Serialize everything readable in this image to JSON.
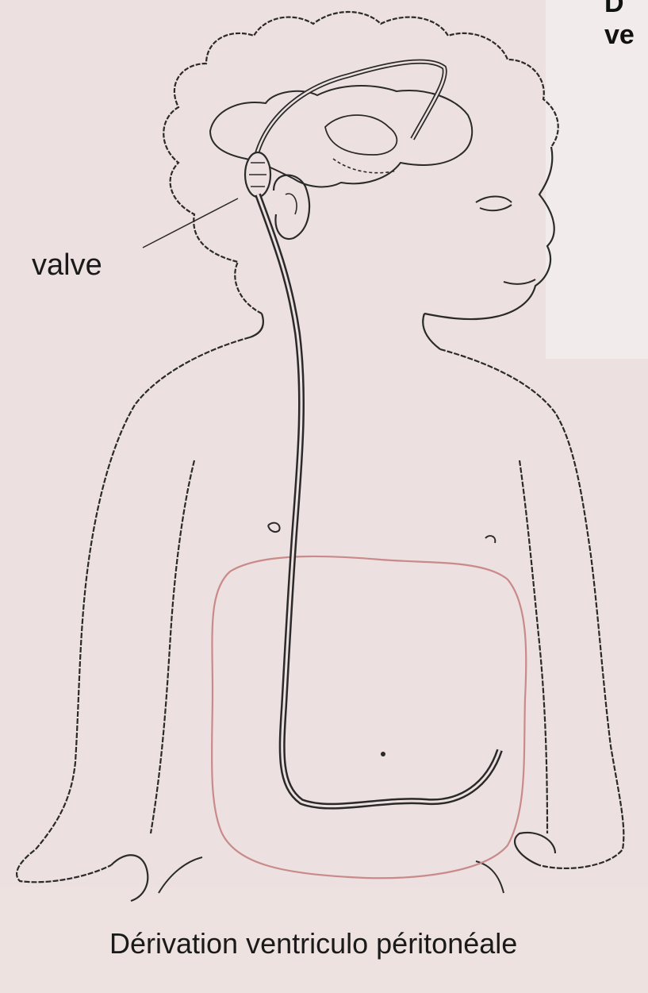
{
  "heading": {
    "line1": "D",
    "line2": "ve"
  },
  "labels": {
    "valve": "valve"
  },
  "caption": "Dérivation ventriculo péritonéale",
  "colors": {
    "background": "#ede0e0",
    "outline": "#2a2a2a",
    "peritoneum": "#c98a8a",
    "text": "#1a1a1a"
  }
}
